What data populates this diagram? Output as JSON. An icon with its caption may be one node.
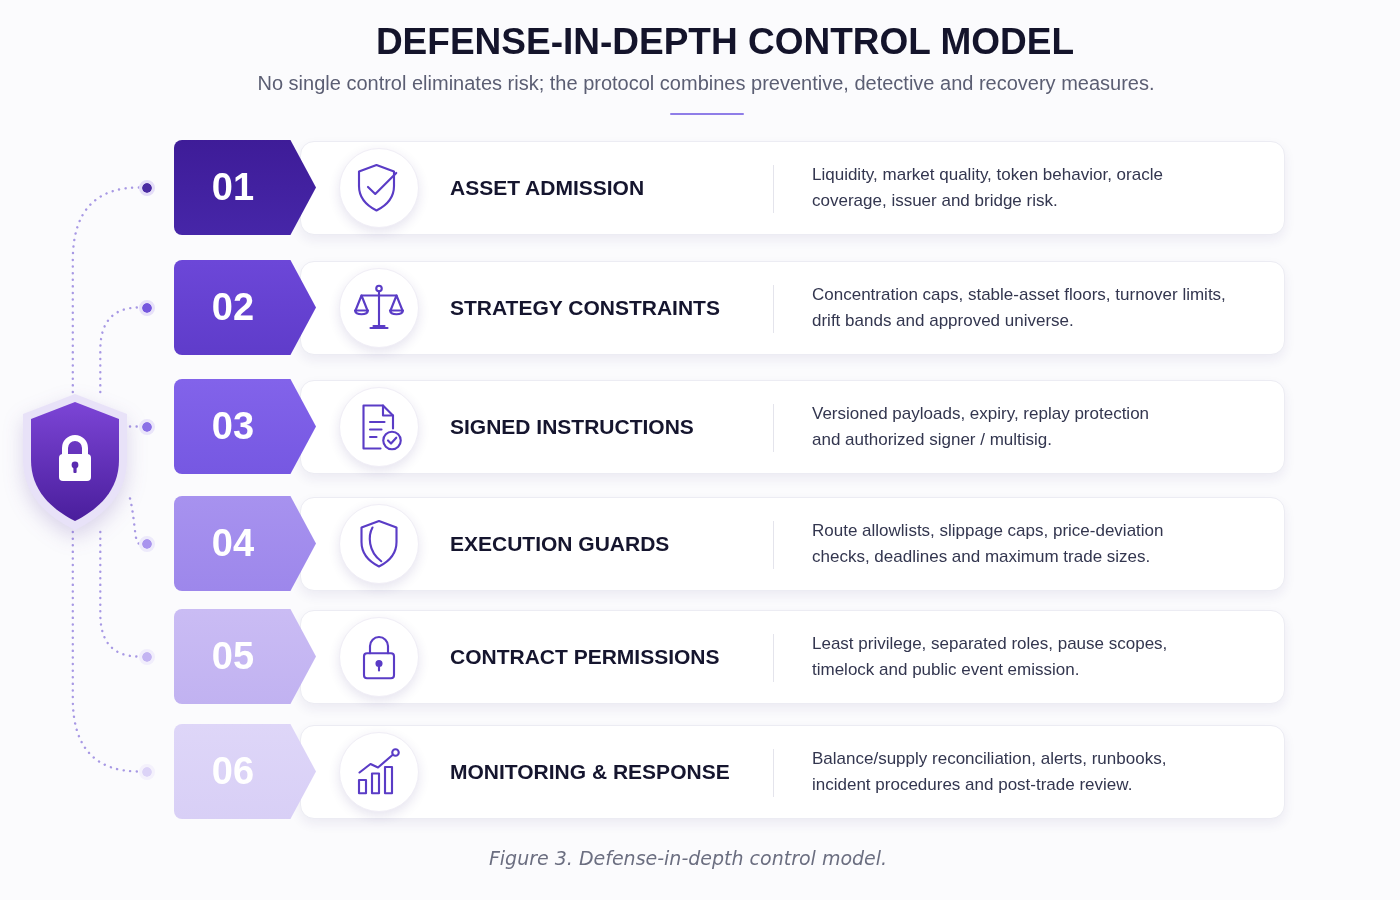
{
  "diagram": {
    "title": "DEFENSE-IN-DEPTH CONTROL MODEL",
    "caption": "Figure 3. Defense-in-depth control model.",
    "nodes": [
      {
        "text": [],
        "shape": "shield"
      },
      {
        "text": [],
        "shape": "circle"
      },
      {
        "text": [
          "01"
        ]
      },
      {
        "text": [
          "ASSET ADMISSION",
          "Liquidity, market quality, token behavior, oracle coverage, issuer and bridge risk."
        ]
      },
      {
        "text": [],
        "shape": "circle"
      },
      {
        "text": [
          "02"
        ]
      },
      {
        "text": [
          "STRATEGY CONSTRAINTS",
          "Concentration caps, stable-asset floors, turnover limits, drift bands and approved universe."
        ]
      },
      {
        "text": [],
        "shape": "circle"
      },
      {
        "text": [
          "03"
        ]
      },
      {
        "text": [
          "SIGNED INSTRUCTIONS",
          "Versioned payloads, expiry, replay protection and authorized signer / multisig."
        ]
      },
      {
        "text": [],
        "shape": "circle"
      },
      {
        "text": [
          "04"
        ]
      },
      {
        "text": [
          "EXECUTION GUARDS",
          "Route allowlists, slippage caps, price-deviation checks, deadlines and maximum trade sizes."
        ]
      },
      {
        "text": [],
        "shape": "circle"
      },
      {
        "text": [
          "05"
        ]
      },
      {
        "text": [
          "CONTRACT PERMISSIONS",
          "Least privilege, separated roles, pause scopes, timelock and public event emission."
        ]
      },
      {
        "text": [],
        "shape": "circle"
      },
      {
        "text": [
          "06"
        ]
      },
      {
        "text": [
          "MONITORING & RESPONSE",
          "Balance/supply reconciliation, alerts, runbooks, incident procedures and post-trade review."
        ]
      }
    ],
    "edges": [
      {
        "from": 0,
        "to": 1,
        "arrow": "none",
        "style": "dashed"
      },
      {
        "from": 0,
        "to": 4,
        "arrow": "none",
        "style": "dashed"
      },
      {
        "from": 0,
        "to": 7,
        "arrow": "none",
        "style": "dashed"
      },
      {
        "from": 0,
        "to": 10,
        "arrow": "none",
        "style": "dashed"
      },
      {
        "from": 0,
        "to": 13,
        "arrow": "none",
        "style": "dashed"
      },
      {
        "from": 0,
        "to": 16,
        "arrow": "none",
        "style": "dashed"
      }
    ],
    "labels": [
      "No single control eliminates risk; the protocol combines preventive, detective and recovery measures."
    ]
  }
}
